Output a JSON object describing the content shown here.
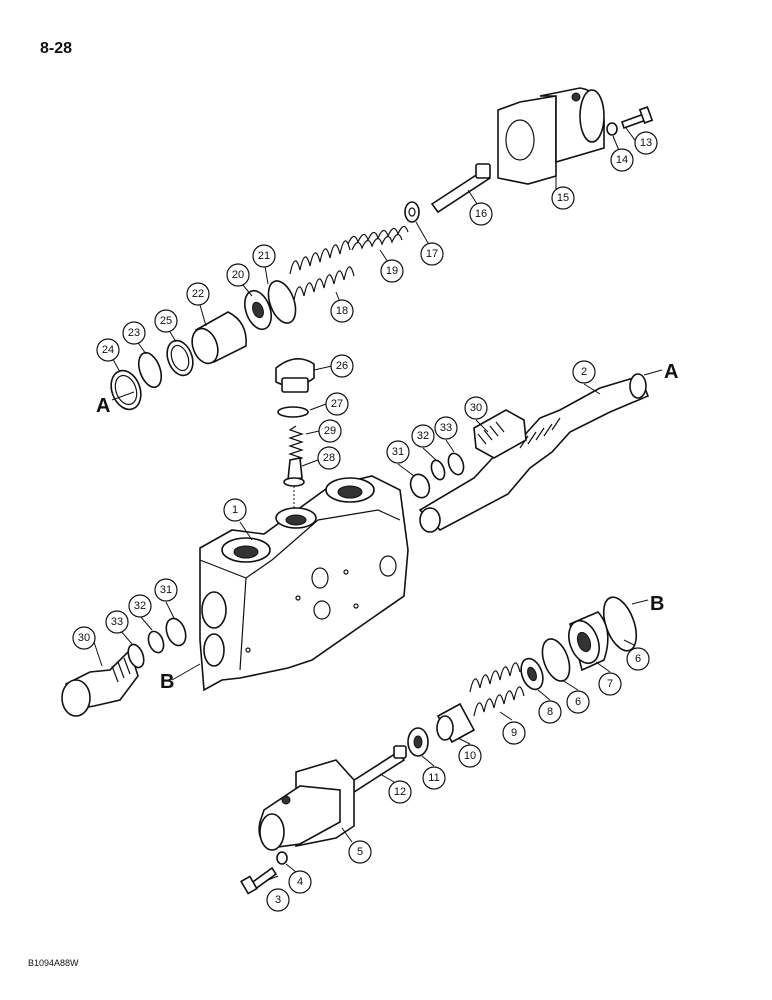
{
  "page_number": "8-28",
  "figure_code": "B1094A88W",
  "reference_letters": {
    "a": "A",
    "b": "B"
  },
  "callouts": [
    "1",
    "2",
    "3",
    "4",
    "5",
    "6",
    "7",
    "8",
    "9",
    "10",
    "11",
    "12",
    "13",
    "14",
    "15",
    "16",
    "17",
    "18",
    "19",
    "20",
    "21",
    "22",
    "23",
    "24",
    "25",
    "26",
    "27",
    "28",
    "29",
    "30",
    "31",
    "32",
    "33"
  ]
}
